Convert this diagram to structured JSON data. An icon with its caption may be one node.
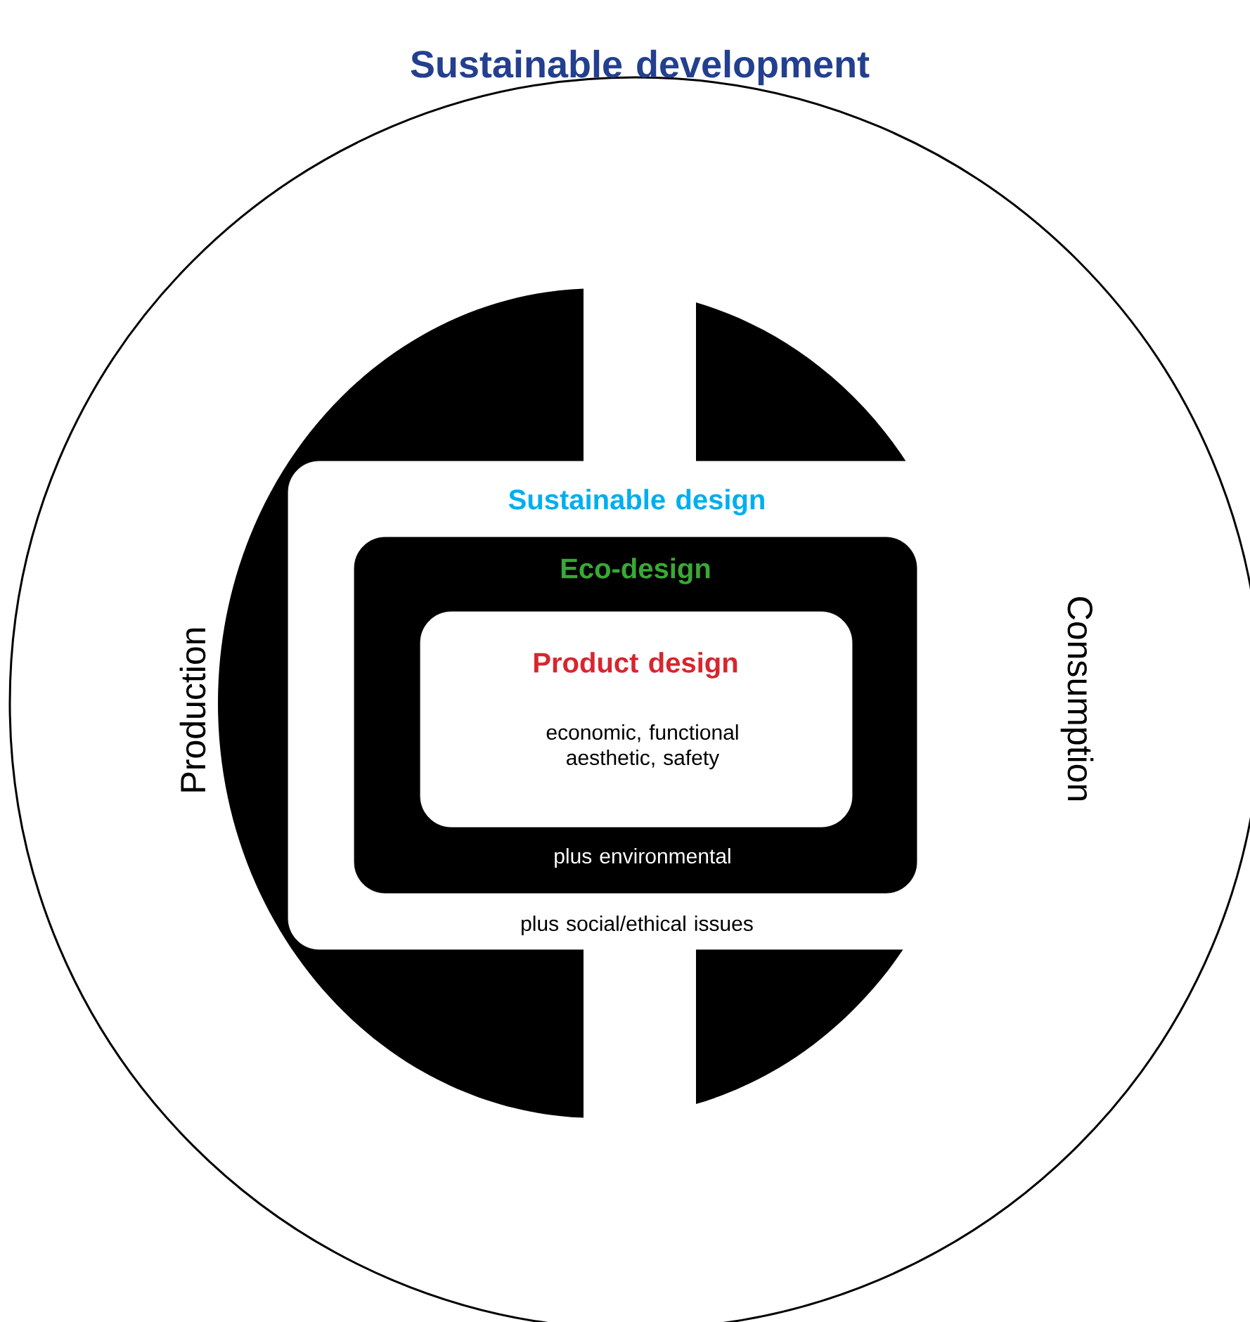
{
  "diagram": {
    "nodes": [
      {
        "text": [
          "Sustainable development"
        ]
      },
      {
        "text": [
          "Sustainable design",
          "plus social/ethical issues"
        ],
        "in": 0
      },
      {
        "text": [
          "Eco-design",
          "plus environmental"
        ],
        "in": 1
      },
      {
        "text": [
          "Product design",
          "economic, functional aesthetic, safety"
        ],
        "in": 2
      }
    ],
    "labels": [
      "Production",
      "Consumption"
    ]
  }
}
